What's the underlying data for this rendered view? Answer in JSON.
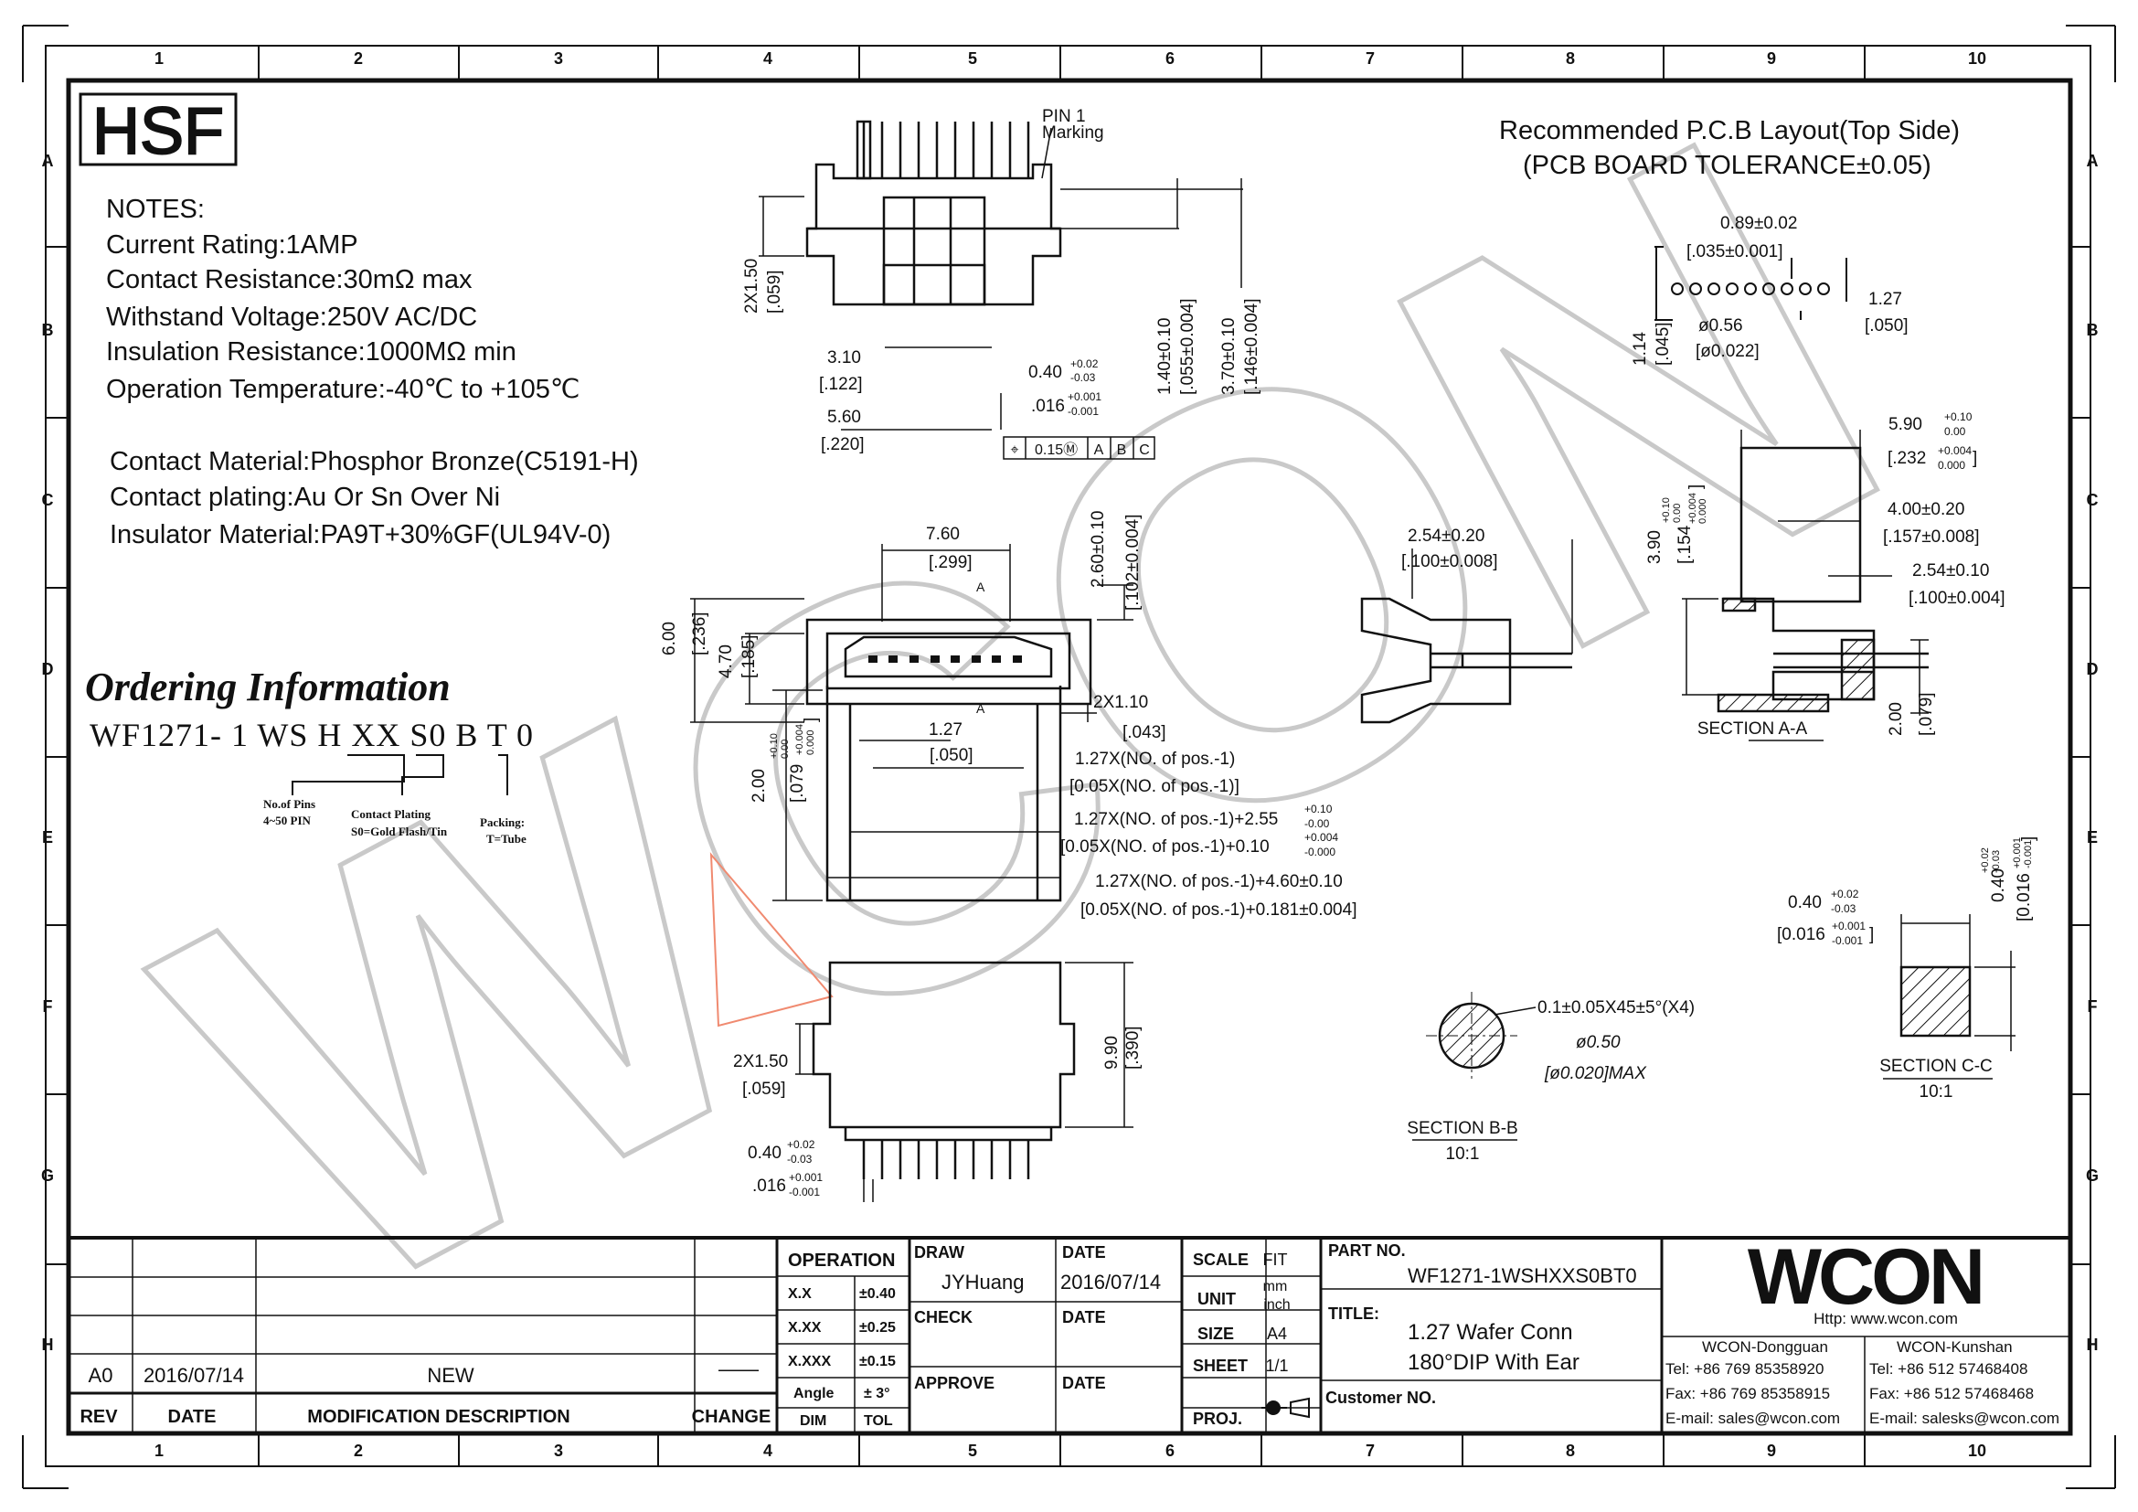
{
  "border": {
    "col_labels": [
      "1",
      "2",
      "3",
      "4",
      "5",
      "6",
      "7",
      "8",
      "9",
      "10"
    ],
    "row_labels": [
      "A",
      "B",
      "C",
      "D",
      "E",
      "F",
      "G",
      "H"
    ]
  },
  "logo_hsf": "HSF",
  "notes": {
    "heading": "NOTES:",
    "lines": [
      "Current Rating:1AMP",
      "Contact Resistance:30mΩ max",
      "Withstand Voltage:250V AC/DC",
      "Insulation Resistance:1000MΩ min",
      "Operation Temperature:-40℃ to +105℃"
    ],
    "material_lines": [
      "Contact Material:Phosphor Bronze(C5191-H)",
      "Contact plating:Au Or Sn Over Ni",
      "Insulator Material:PA9T+30%GF(UL94V-0)"
    ]
  },
  "ordering": {
    "heading": "Ordering Information",
    "part_pattern": "WF1271- 1 WS H XX S0 B T 0",
    "legend_pins": "No.of Pins",
    "legend_pins_range": "4~50 PIN",
    "legend_plating": "Contact Plating",
    "legend_plating_value": "S0=Gold Flash/Tin",
    "legend_packing": "Packing:",
    "legend_packing_value": "T=Tube"
  },
  "pcb": {
    "title": "Recommended P.C.B Layout(Top Side)",
    "tolerance": "(PCB BOARD TOLERANCE±0.05)",
    "dims": [
      "0.89±0.02",
      "[.035±0.001]",
      "1.27",
      "[.050]",
      "1.14",
      "[.045]",
      "ø0.56",
      "[ø0.022]"
    ]
  },
  "top_view": {
    "pin1": "PIN 1",
    "marking": "Marking",
    "dims": [
      "2X1.50",
      "[.059]",
      "3.10",
      "[.122]",
      "5.60",
      "[.220]",
      "0.40",
      "+0.02",
      "-0.03",
      ".016",
      "+0.001",
      "-0.001",
      "1.40±0.10",
      "[.055±0.004]",
      "3.70±0.10",
      "[.146±0.004]",
      "0.15Ⓜ",
      "A",
      "B",
      "C"
    ]
  },
  "front_view": {
    "dims": [
      "7.60",
      "[.299]",
      "2.60±0.10",
      "[.102±0.004]",
      "6.00",
      "[.236]",
      "4.70",
      "[.185]",
      "2X1.10",
      "[.043]",
      "1.27",
      "[.050]",
      "2.00",
      "+0.10",
      "0.00",
      "[.079",
      "+0.004",
      "0.000",
      "]",
      "A",
      "A"
    ],
    "formulas": [
      "1.27X(NO. of pos.-1)",
      "[0.05X(NO. of pos.-1)]",
      "1.27X(NO. of pos.-1)+2.55",
      "[0.05X(NO. of pos.-1)+0.10",
      "1.27X(NO. of pos.-1)+4.60±0.10",
      "[0.05X(NO. of pos.-1)+0.181±0.004]"
    ],
    "formula_tol": [
      "+0.10",
      "-0.00",
      "+0.004",
      "-0.000"
    ]
  },
  "bottom_view": {
    "dims": [
      "2X1.50",
      "[.059]",
      "9.90",
      "[.390]",
      "0.40",
      "+0.02",
      "-0.03",
      ".016",
      "+0.001",
      "-0.001"
    ]
  },
  "section_aa": {
    "label": "SECTION A-A",
    "dims": [
      "2.54±0.20",
      "[.100±0.008]",
      "5.90",
      "+0.10",
      "0.00",
      "[.232",
      "+0.004",
      "0.000",
      "]",
      "3.90",
      "+0.10",
      "0.00",
      "[.154",
      "+0.004",
      "0.000",
      "]",
      "4.00±0.20",
      "[.157±0.008]",
      "2.54±0.10",
      "[.100±0.004]",
      "2.00",
      "[.079]"
    ]
  },
  "section_bb": {
    "label": "SECTION B-B",
    "scale": "10:1",
    "dims": [
      "0.1±0.05X45±5°(X4)",
      "ø0.50",
      "[ø0.020]MAX"
    ]
  },
  "section_cc": {
    "label": "SECTION C-C",
    "scale": "10:1",
    "dims": [
      "0.40",
      "+0.02",
      "-0.03",
      "[0.016",
      "+0.001",
      "-0.001",
      "]",
      "0.40",
      "+0.02",
      "-0.03",
      "[0.016",
      "+0.001",
      "-0.001",
      "]"
    ]
  },
  "watermark": "WCON",
  "title_block": {
    "rev_headers": [
      "REV",
      "DATE",
      "MODIFICATION DESCRIPTION",
      "CHANGE"
    ],
    "rev_row": [
      "A0",
      "2016/07/14",
      "NEW",
      "——"
    ],
    "operation": "OPERATION",
    "tolerances": [
      [
        "X.X",
        "±0.40"
      ],
      [
        "X.XX",
        "±0.25"
      ],
      [
        "X.XXX",
        "±0.15"
      ],
      [
        "Angle",
        "± 3°"
      ]
    ],
    "dim_tol": [
      "DIM",
      "TOL"
    ],
    "draw": "DRAW",
    "drawer": "JYHuang",
    "date_label": "DATE",
    "draw_date": "2016/07/14",
    "check": "CHECK",
    "approve": "APPROVE",
    "scale": "SCALE",
    "scale_value": "FIT",
    "unit": "UNIT",
    "unit_mm": "mm",
    "unit_inch": "inch",
    "size": "SIZE",
    "size_value": "A4",
    "sheet": "SHEET",
    "sheet_value": "1/1",
    "proj": "PROJ.",
    "part_no_label": "PART NO.",
    "part_no": "WF1271-1WSHXXS0BT0",
    "title_label": "TITLE:",
    "title_line1": "1.27 Wafer Conn",
    "title_line2": "180°DIP With Ear",
    "customer": "Customer NO.",
    "company_logo": "WCON",
    "website": "Http: www.wcon.com",
    "dongguan": "WCON-Dongguan",
    "kunshan": "WCON-Kunshan",
    "dg_tel": "Tel: +86 769 85358920",
    "ks_tel": "Tel: +86 512 57468408",
    "dg_fax": "Fax: +86 769 85358915",
    "ks_fax": "Fax: +86 512 57468468",
    "dg_mail": "E-mail: sales@wcon.com",
    "ks_mail": "E-mail: salesks@wcon.com"
  }
}
